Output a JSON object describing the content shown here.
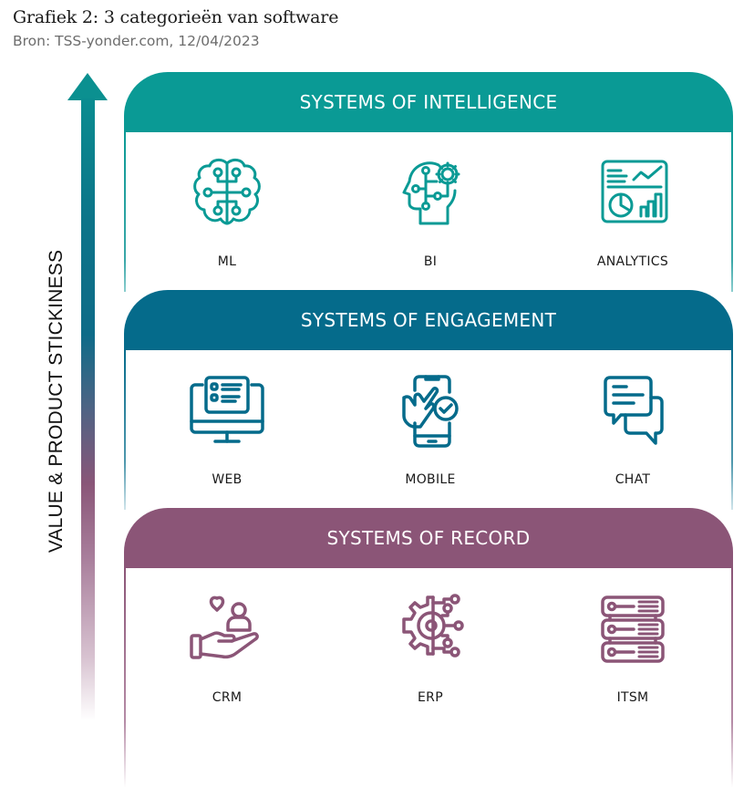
{
  "header": {
    "title": "Grafiek 2: 3 categorieën van software",
    "source": "Bron: TSS-yonder.com, 12/04/2023"
  },
  "axis": {
    "label": "VALUE & PRODUCT STICKINESS",
    "direction": "up",
    "icon": "arrow-up-icon"
  },
  "tiers": [
    {
      "title": "SYSTEMS OF INTELLIGENCE",
      "color": "#0a9a95",
      "items": [
        {
          "label": "ML",
          "icon": "brain-circuit-icon"
        },
        {
          "label": "BI",
          "icon": "head-gear-icon"
        },
        {
          "label": "ANALYTICS",
          "icon": "dashboard-chart-icon"
        }
      ]
    },
    {
      "title": "SYSTEMS OF ENGAGEMENT",
      "color": "#056b8b",
      "items": [
        {
          "label": "WEB",
          "icon": "desktop-monitor-icon"
        },
        {
          "label": "MOBILE",
          "icon": "smartphone-touch-icon"
        },
        {
          "label": "CHAT",
          "icon": "chat-bubbles-icon"
        }
      ]
    },
    {
      "title": "SYSTEMS OF RECORD",
      "color": "#8b5577",
      "items": [
        {
          "label": "CRM",
          "icon": "hand-heart-user-icon"
        },
        {
          "label": "ERP",
          "icon": "gear-circuit-icon"
        },
        {
          "label": "ITSM",
          "icon": "server-rack-icon"
        }
      ]
    }
  ]
}
